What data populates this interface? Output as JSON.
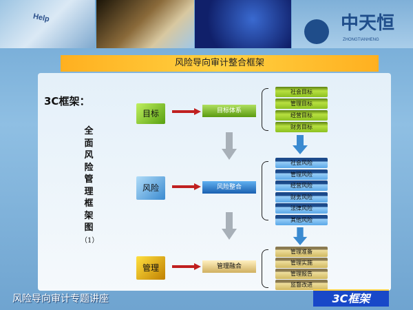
{
  "header": {
    "help_key": "Help",
    "logo_text": "中天恒",
    "logo_sub": "ZHONGTIANHENG"
  },
  "title": "风险导向审计整合框架",
  "heading": "3C框架：",
  "vertical_caption": "全面风险管理框架图",
  "caption_num": "（1）",
  "rows": [
    {
      "label": "目标",
      "mid": "目标体系",
      "items": [
        "社会目标",
        "管理目标",
        "经营目标",
        "财务目标"
      ]
    },
    {
      "label": "风险",
      "mid": "风险整合",
      "items": [
        "社会风险",
        "管理风险",
        "经营风险",
        "财务风险",
        "法律风险",
        "其他风险"
      ]
    },
    {
      "label": "管理",
      "mid": "管理融合",
      "items": [
        "管理准备",
        "管理实施",
        "管理报告",
        "监督改进"
      ]
    }
  ],
  "footer": {
    "left": "风险导向审计专题讲座",
    "badge": "3C框架"
  },
  "colors": {
    "title_bar": "#ffc030",
    "green": "#8cc020",
    "blue": "#5aa8e8",
    "tan": "#d0b860"
  }
}
